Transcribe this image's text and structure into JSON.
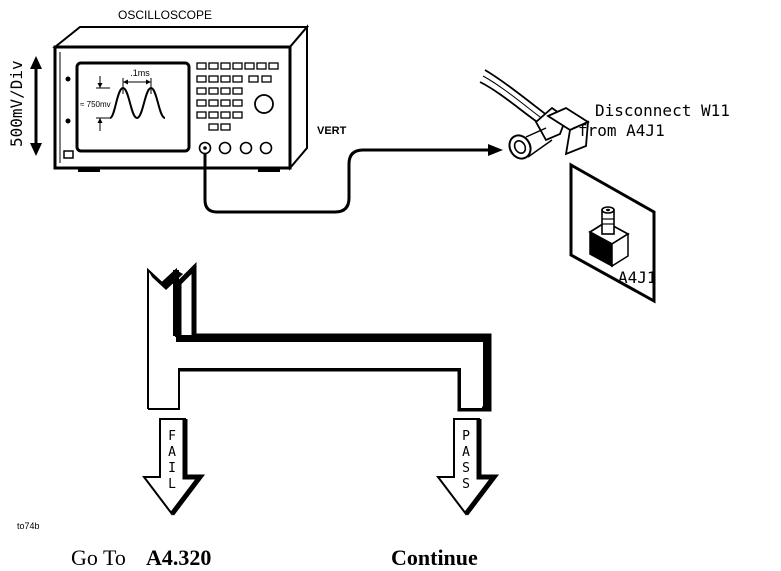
{
  "instrument": {
    "title": "OSCILLOSCOPE"
  },
  "scale": {
    "vertical": "500mV/Div"
  },
  "screen": {
    "amplitude": "≈ 750mv",
    "period": ".1ms"
  },
  "port": {
    "label": "VERT"
  },
  "cable": {
    "instruction_line1": "Disconnect W11",
    "instruction_line2": "from A4J1"
  },
  "connector": {
    "label": "A4J1"
  },
  "branches": {
    "fail_letters": [
      "F",
      "A",
      "I",
      "L"
    ],
    "pass_letters": [
      "P",
      "A",
      "S",
      "S"
    ]
  },
  "figure": {
    "id": "to74b"
  },
  "outcomes": {
    "fail_prefix": "Go To",
    "fail_target": "A4.320",
    "pass_action": "Continue"
  },
  "colors": {
    "ink": "#000000",
    "paper": "#ffffff"
  }
}
